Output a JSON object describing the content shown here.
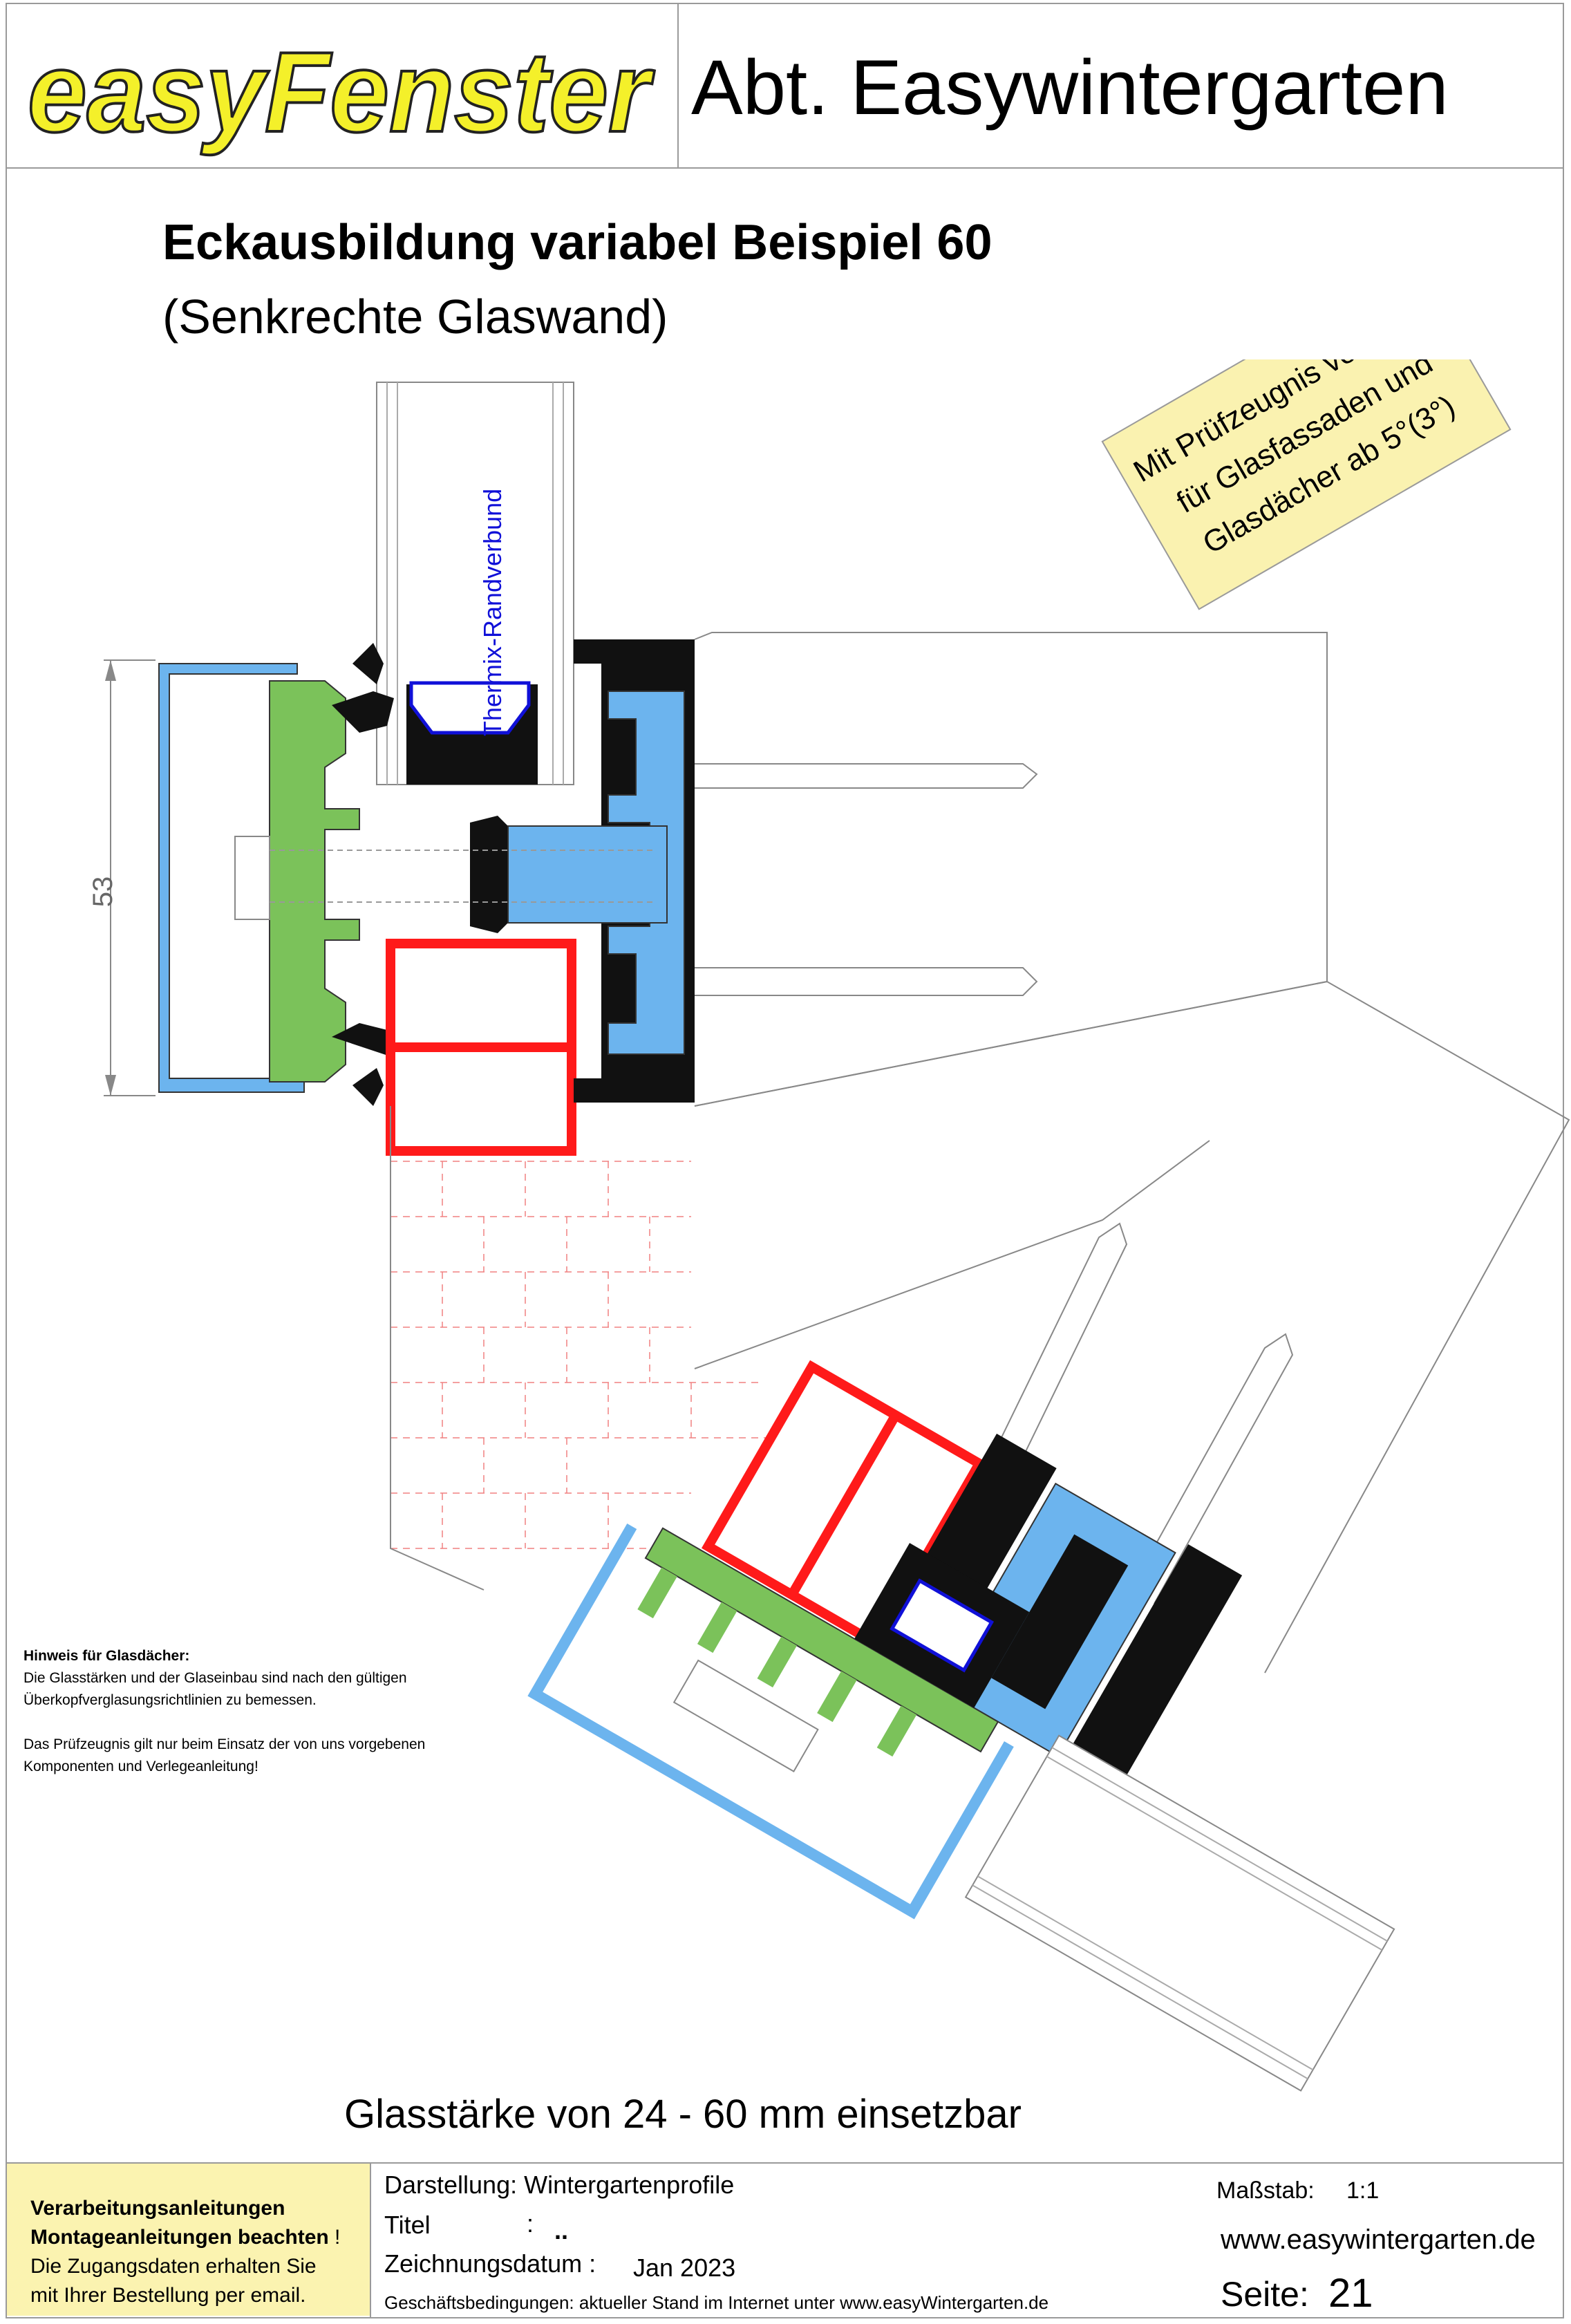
{
  "header": {
    "logo_text": "easyFenster",
    "department": "Abt. Easywintergarten"
  },
  "drawing": {
    "title": "Eckausbildung  variabel Beispiel 60",
    "subtitle": "(Senkrechte Glaswand)",
    "stamp": [
      "Mit Prüfzeugnis vom PfB",
      "für Glasfassaden und",
      "Glasdächer ab 5°(3°)"
    ],
    "spacer_label": "Thermix-Randverbund",
    "dimension": "53",
    "glass_note": "Glasstärke von 24 - 60 mm einsetzbar"
  },
  "note": {
    "heading": "Hinweis für Glasdächer",
    "line1": "Die Glasstärken und der Glaseinbau sind nach den gültigen",
    "line2": "Überkopfverglasungsrichtlinien zu bemessen.",
    "line3": "Das Prüfzeugnis gilt nur beim Einsatz der von uns vorgebenen",
    "line4": "Komponenten und Verlegeanleitung!"
  },
  "footer": {
    "instructions_1": "Verarbeitungsanleitungen",
    "instructions_2": "Montageanleitungen beachten",
    "instructions_2_mark": " !",
    "instructions_3": "Die Zugangsdaten erhalten Sie",
    "instructions_4": "mit Ihrer Bestellung per email.",
    "darstellung": "Darstellung: Wintergartenprofile",
    "titel_label": "Titel",
    "titel_sep": ":",
    "titel_value": "..",
    "datum_label": "Zeichnungsdatum :",
    "datum_value": "Jan 2023",
    "terms": "Geschäftsbedingungen: aktueller Stand im Internet  unter www.easyWintergarten.de",
    "scale_label": "Maßstab:",
    "scale_value": "1:1",
    "website": "www.easywintergarten.de",
    "page_label": "Seite:",
    "page_value": "21"
  },
  "colors": {
    "logo_fill": "#f4f02a",
    "aluminium_blue": "#6cb4ee",
    "insulator_green": "#7bc25a",
    "reinforcement_red": "#ff1a1a",
    "gasket_black": "#111111",
    "spacer_blue": "#1010d8",
    "stamp_yellow": "#faf2b0",
    "instruction_yellow": "#fbf3b0"
  }
}
